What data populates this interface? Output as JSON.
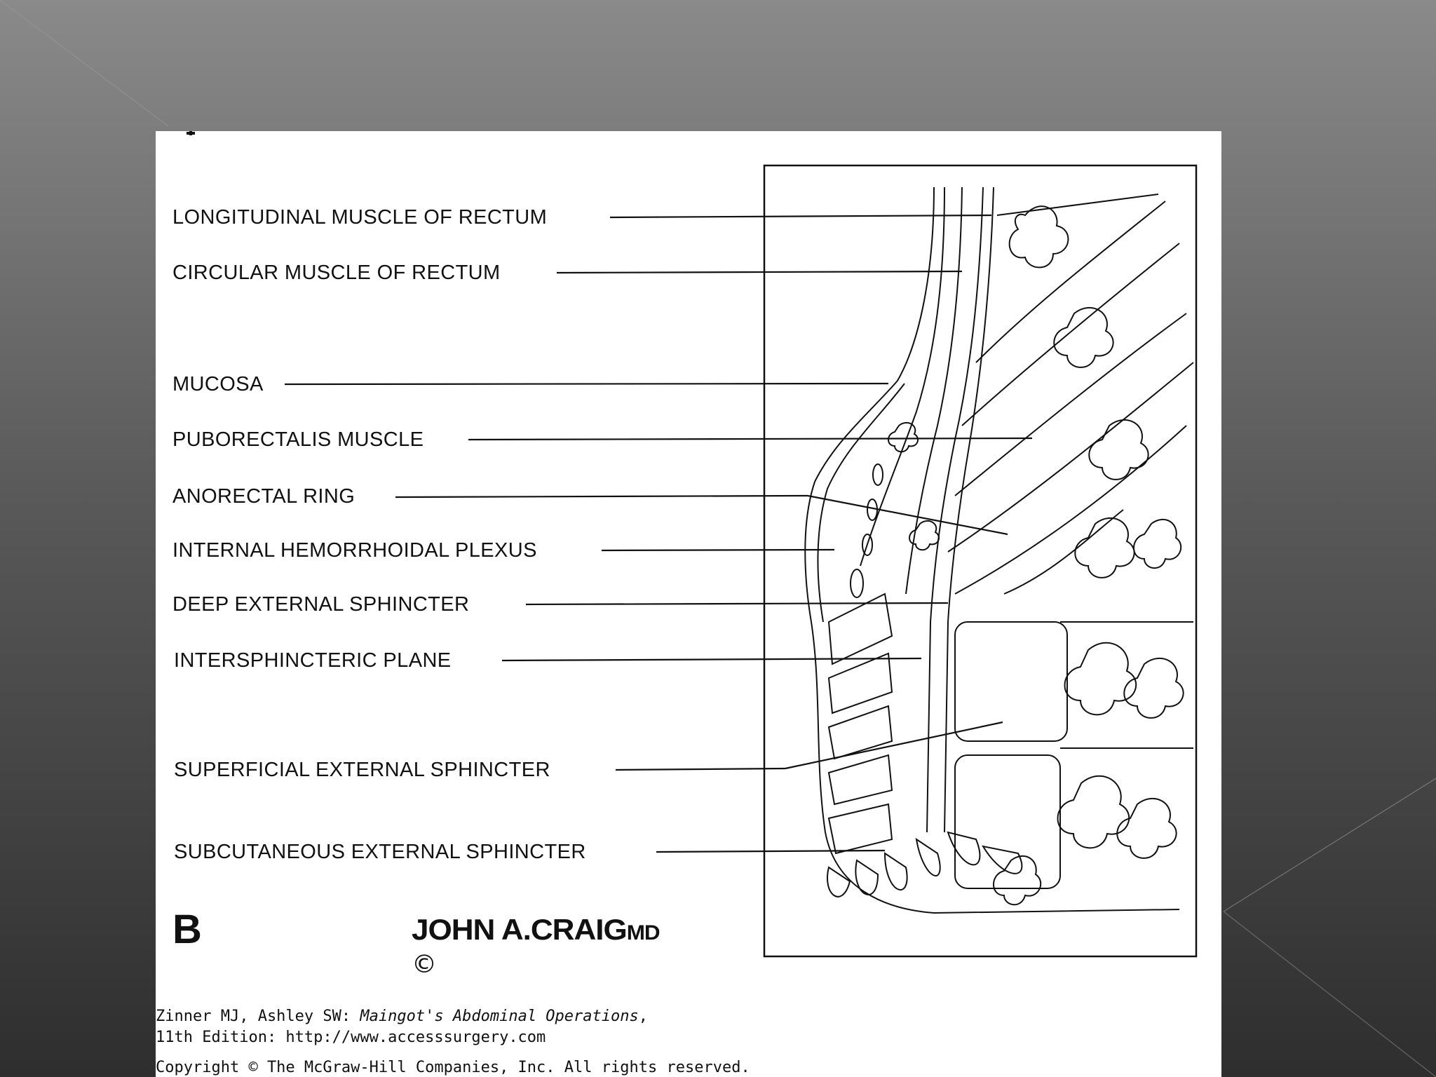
{
  "labels": {
    "longitudinal": "LONGITUDINAL MUSCLE OF RECTUM",
    "circular": "CIRCULAR MUSCLE OF RECTUM",
    "mucosa": "MUCOSA",
    "puborectalis": "PUBORECTALIS MUSCLE",
    "anorectal_ring": "ANORECTAL RING",
    "hemorrhoidal": "INTERNAL HEMORRHOIDAL PLEXUS",
    "deep_external": "DEEP EXTERNAL SPHINCTER",
    "intersphincteric": "INTERSPHINCTERIC PLANE",
    "superficial_external": "SUPERFICIAL EXTERNAL SPHINCTER",
    "subcutaneous_external": "SUBCUTANEOUS EXTERNAL SPHINCTER"
  },
  "panel_letter": "B",
  "signature": "JOHN A.CRAIG",
  "signature_suffix": "MD",
  "copyright_mark": "©",
  "citation": {
    "line1_prefix": "Zinner MJ, Ashley SW: ",
    "line1_title": "Maingot's Abdominal Operations",
    "line1_suffix": ",",
    "line2": "11th Edition: http://www.accesssurgery.com",
    "line3": "Copyright © The McGraw-Hill Companies, Inc. All rights reserved."
  }
}
